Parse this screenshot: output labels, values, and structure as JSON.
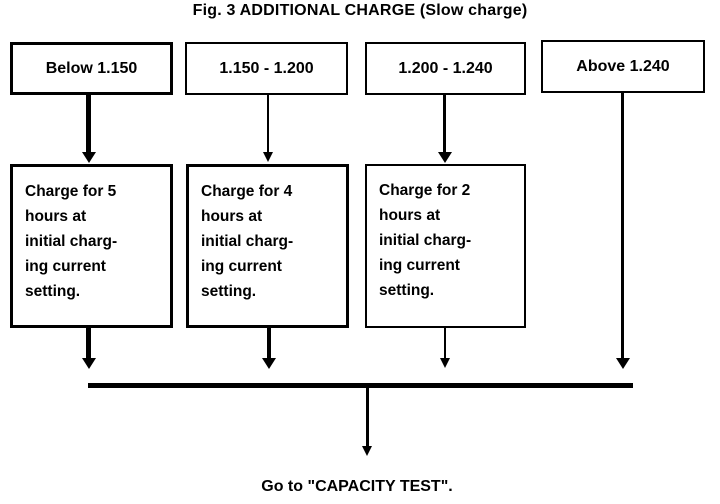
{
  "figure": {
    "title": "Fig. 3 ADDITIONAL CHARGE (Slow charge)",
    "terminal_text": "Go to \"CAPACITY TEST\".",
    "ink_color": "#000000",
    "background_color": "#ffffff"
  },
  "branches": [
    {
      "condition": "Below 1.150",
      "action": "Charge for 5\nhours at\ninitial charg-\ning current\nsetting."
    },
    {
      "condition": "1.150 - 1.200",
      "action": "Charge for 4\nhours at\ninitial charg-\ning current\nsetting."
    },
    {
      "condition": "1.200 - 1.240",
      "action": "Charge for 2\nhours at\ninitial charg-\ning current\nsetting."
    },
    {
      "condition": "Above 1.240",
      "action": ""
    }
  ]
}
